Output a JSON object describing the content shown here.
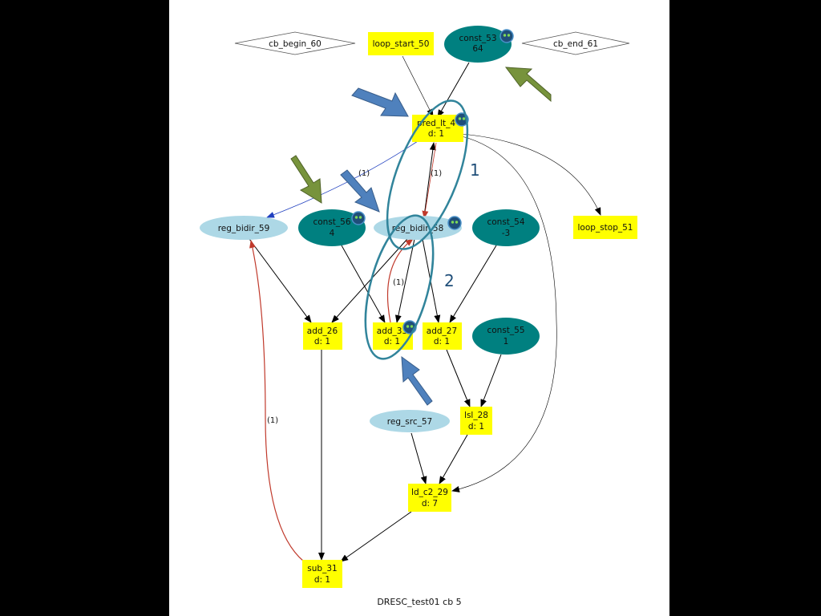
{
  "caption": "DRESC_test01 cb 5",
  "annotations": {
    "one": "1",
    "two": "2"
  },
  "edge_labels": {
    "e1": "(1)",
    "e2": "(1)",
    "e3": "(1)",
    "e4": "(1)"
  },
  "colors": {
    "yellow": "#ffff00",
    "teal": "#008080",
    "light_blue": "#add8e6",
    "arrow_blue": "#4f7fbd",
    "arrow_olive": "#77933c",
    "ellipse_outline": "#31849b",
    "red_edge": "#c0392b"
  },
  "nodes": {
    "cb_begin": "cb_begin_60",
    "loop_start": "loop_start_50",
    "const53": [
      "const_53",
      "64"
    ],
    "cb_end": "cb_end_61",
    "pred_lt": [
      "pred_lt_4",
      "d: 1"
    ],
    "reg_bidir_59": "reg_bidir_59",
    "const56": [
      "const_56",
      "4"
    ],
    "reg_bidir_58": "reg_bidir_58",
    "const54": [
      "const_54",
      "-3"
    ],
    "loop_stop": "loop_stop_51",
    "add26": [
      "add_26",
      "d: 1"
    ],
    "add33": [
      "add_33",
      "d: 1"
    ],
    "add27": [
      "add_27",
      "d: 1"
    ],
    "const55": [
      "const_55",
      "1"
    ],
    "reg_src": "reg_src_57",
    "lsl28": [
      "lsl_28",
      "d: 1"
    ],
    "ldc2": [
      "ld_c2_29",
      "d: 7"
    ],
    "sub31": [
      "sub_31",
      "d: 1"
    ]
  }
}
